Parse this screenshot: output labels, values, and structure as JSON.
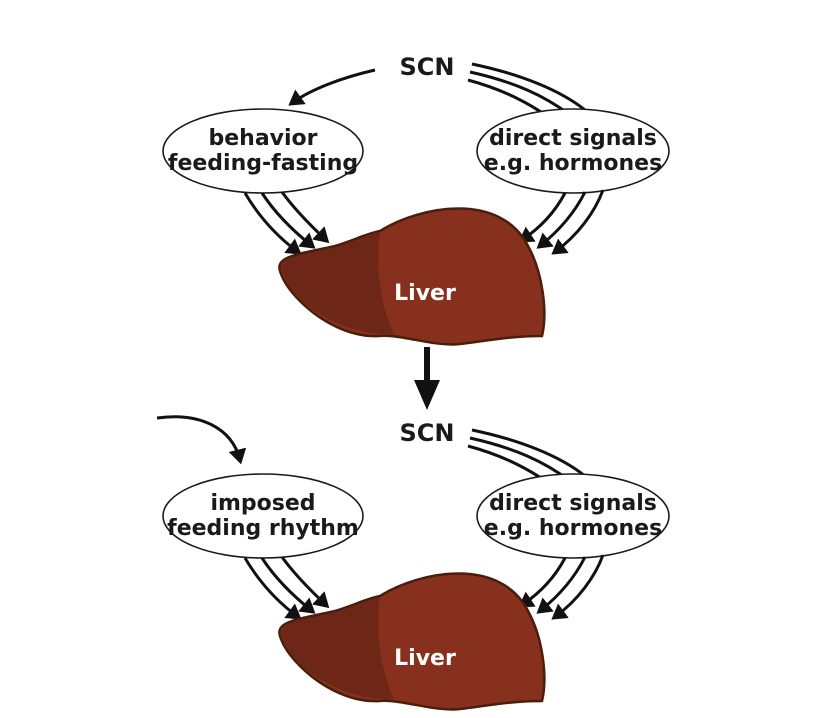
{
  "top_panel": {
    "scn_label": "SCN",
    "left_ellipse": {
      "line1": "behavior",
      "line2": "feeding-fasting"
    },
    "right_ellipse": {
      "line1": "direct signals",
      "line2": "e.g. hormones"
    },
    "liver_label": "Liver"
  },
  "bottom_panel": {
    "scn_label": "SCN",
    "left_ellipse": {
      "line1": "imposed",
      "line2": "feeding rhythm"
    },
    "right_ellipse": {
      "line1": "direct signals",
      "line2": "e.g. hormones"
    },
    "liver_label": "Liver"
  },
  "colors": {
    "liver_main": "#86301d",
    "liver_shadow": "#6e2616",
    "liver_outline": "#4a1e0c",
    "ink": "#1a1a1a"
  }
}
